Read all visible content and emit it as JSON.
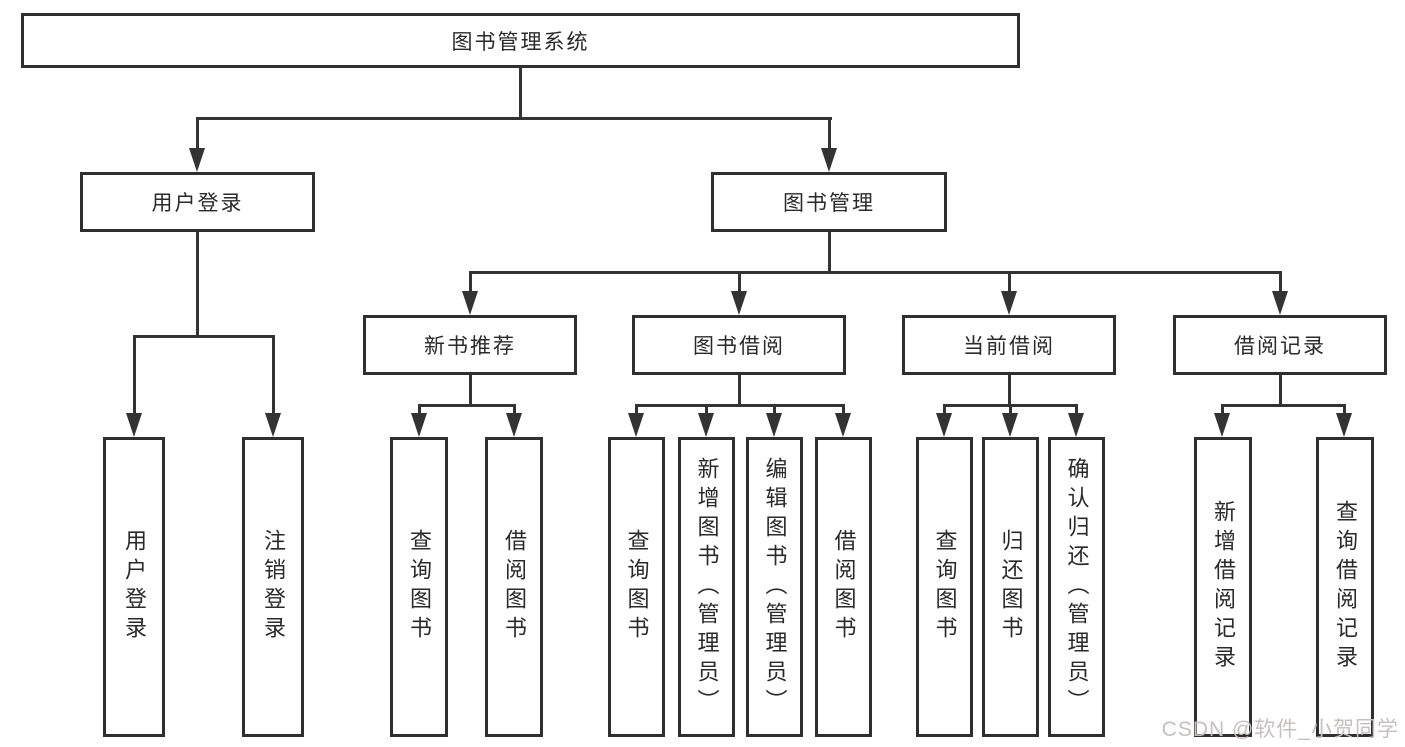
{
  "diagram": {
    "title": "图书管理系统",
    "watermark": "CSDN @软件_小贺同学",
    "colors": {
      "line": "#333333",
      "box_border": "#2f2f2f",
      "text": "#2a2a2a",
      "background": "#ffffff",
      "watermark": "#c6c0c0"
    },
    "tree": {
      "label": "图书管理系统",
      "children": [
        {
          "label": "用户登录",
          "children": [
            {
              "label": "用户登录"
            },
            {
              "label": "注销登录"
            }
          ]
        },
        {
          "label": "图书管理",
          "children": [
            {
              "label": "新书推荐",
              "children": [
                {
                  "label": "查询图书"
                },
                {
                  "label": "借阅图书"
                }
              ]
            },
            {
              "label": "图书借阅",
              "children": [
                {
                  "label": "查询图书"
                },
                {
                  "label": "新增图书（管理员）"
                },
                {
                  "label": "编辑图书（管理员）"
                },
                {
                  "label": "借阅图书"
                }
              ]
            },
            {
              "label": "当前借阅",
              "children": [
                {
                  "label": "查询图书"
                },
                {
                  "label": "归还图书"
                },
                {
                  "label": "确认归还（管理员）"
                }
              ]
            },
            {
              "label": "借阅记录",
              "children": [
                {
                  "label": "新增借阅记录"
                },
                {
                  "label": "查询借阅记录"
                }
              ]
            }
          ]
        }
      ]
    }
  }
}
